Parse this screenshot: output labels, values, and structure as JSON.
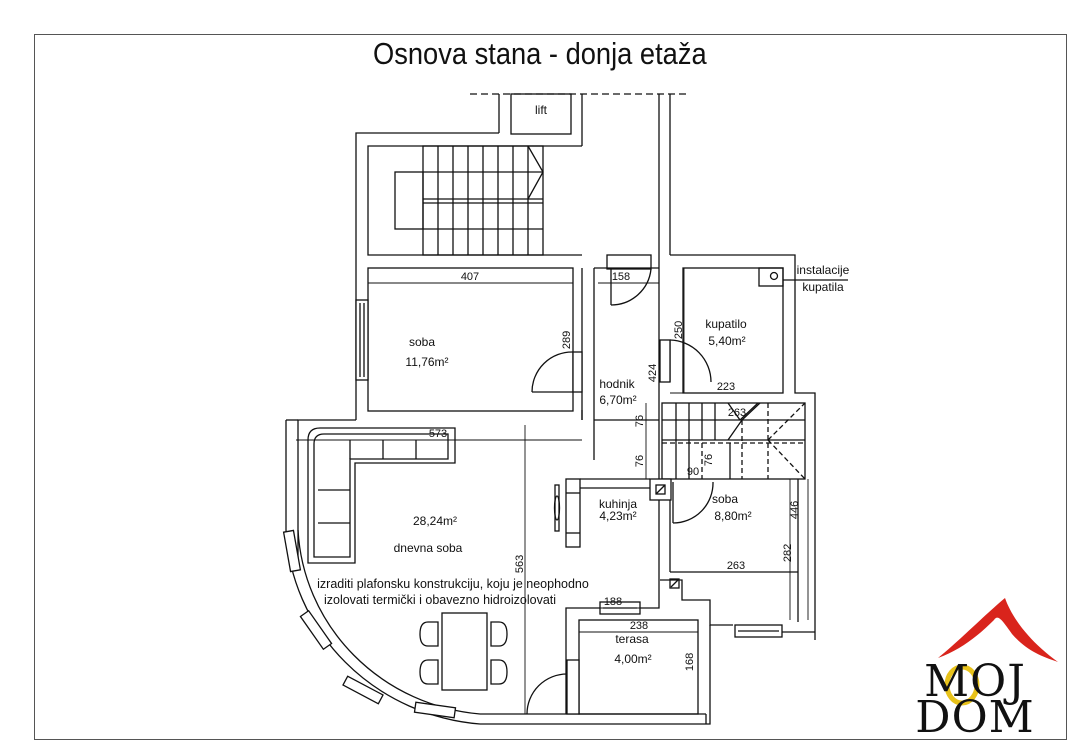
{
  "title": "Osnova stana - donja etaža",
  "rooms": {
    "lift": {
      "name": "lift"
    },
    "soba1": {
      "name": "soba",
      "area": "11,76m²"
    },
    "hodnik": {
      "name": "hodnik",
      "area": "6,70m²"
    },
    "kupatilo": {
      "name": "kupatilo",
      "area": "5,40m²"
    },
    "dnevna": {
      "name": "dnevna soba",
      "area": "28,24m²"
    },
    "kuhinja": {
      "name": "kuhinja",
      "area": "4,23m²"
    },
    "soba2": {
      "name": "soba",
      "area": "8,80m²"
    },
    "terasa": {
      "name": "terasa",
      "area": "4,00m²"
    }
  },
  "annotations": {
    "instalacije_line1": "instalacije",
    "instalacije_line2": "kupatila",
    "ceiling_note_line1": "izraditi plafonsku konstrukciju, koju je neophodno",
    "ceiling_note_line2": "izolovati termički i obavezno hidroizolovati"
  },
  "dimensions": {
    "d407": "407",
    "d158": "158",
    "d289": "289",
    "d424": "424",
    "d250": "250",
    "d223": "223",
    "d263_top": "263",
    "d76_a": "76",
    "d76_b": "76",
    "d76_c": "76",
    "d90": "90",
    "d446": "446",
    "d282": "282",
    "d263_bottom": "263",
    "d573": "573",
    "d563": "563",
    "d188": "188",
    "d238": "238",
    "d168": "168"
  },
  "logo": {
    "line1": "MOJ",
    "line2": "DOM",
    "roof_color": "#d9241c",
    "ring_color": "#e8c21a",
    "text_color": "#111111"
  },
  "colors": {
    "line": "#111111",
    "frame": "#555555",
    "background": "#ffffff"
  }
}
